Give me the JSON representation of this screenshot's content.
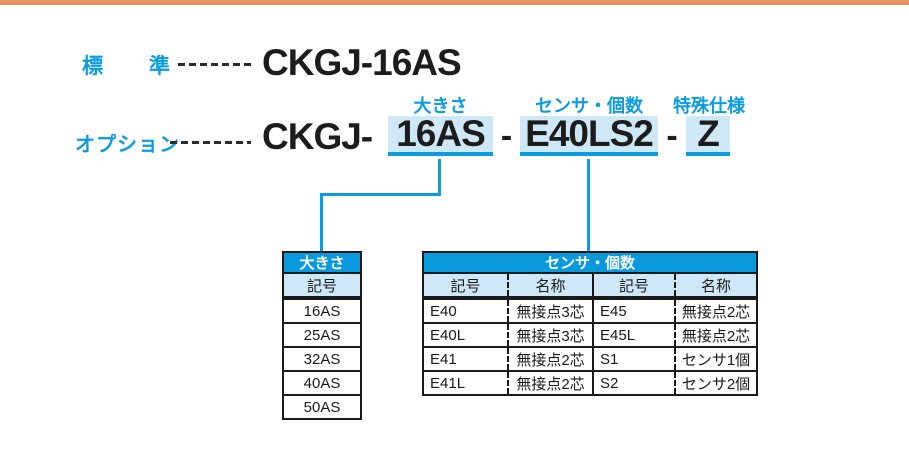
{
  "colors": {
    "top_bar": "#e6925c",
    "accent_blue": "#0b9be0",
    "table_header_blue": "#0999dc",
    "highlight_light_blue": "#cfe8f7"
  },
  "standard_row": {
    "label_char_1": "標",
    "label_char_2": "準",
    "code": "CKGJ-16AS"
  },
  "option_row": {
    "label": "オプション",
    "code_prefix": "CKGJ-",
    "hyphen": "-",
    "size_part_label": "大きさ",
    "size_value": "16AS",
    "sensor_part_label": "センサ・個数",
    "sensor_value": "E40LS2",
    "special_part_label": "特殊仕様",
    "special_value": "Z"
  },
  "size_table": {
    "title": "大きさ",
    "header": "記号",
    "rows": [
      "16AS",
      "25AS",
      "32AS",
      "40AS",
      "50AS"
    ]
  },
  "sensor_table": {
    "title": "センサ・個数",
    "headers": [
      "記号",
      "名称",
      "記号",
      "名称"
    ],
    "rows": [
      [
        "E40",
        "無接点3芯",
        "E45",
        "無接点2芯"
      ],
      [
        "E40L",
        "無接点3芯",
        "E45L",
        "無接点2芯"
      ],
      [
        "E41",
        "無接点2芯",
        "S1",
        "センサ1個"
      ],
      [
        "E41L",
        "無接点2芯",
        "S2",
        "センサ2個"
      ]
    ]
  }
}
